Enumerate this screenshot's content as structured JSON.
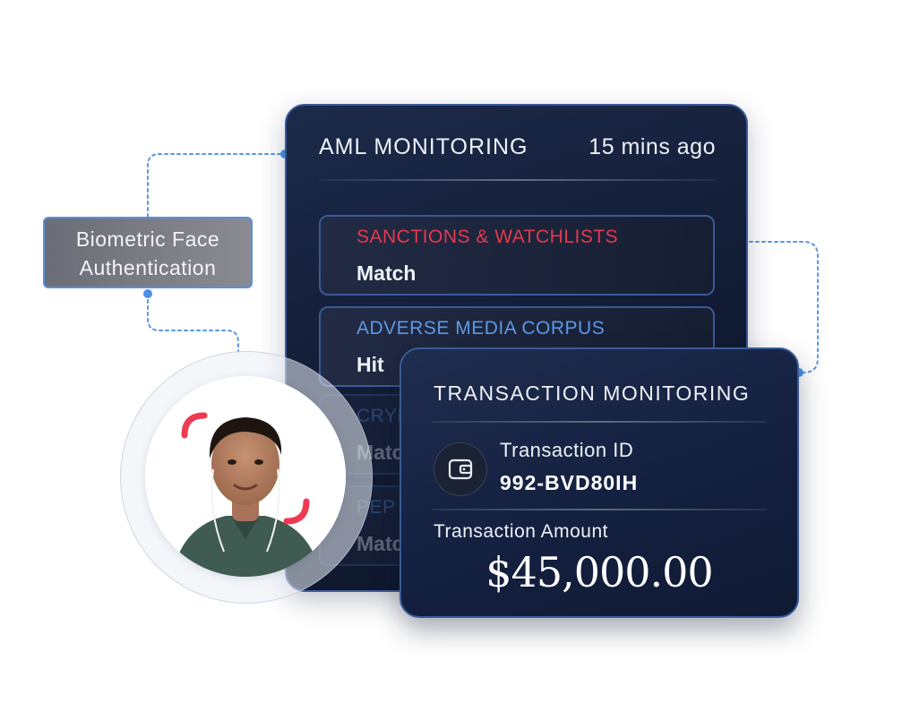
{
  "aml": {
    "title": "AML MONITORING",
    "time": "15 mins ago",
    "checks": [
      {
        "label": "SANCTIONS & WATCHLISTS",
        "value": "Match",
        "color": "#e6394d"
      },
      {
        "label": "ADVERSE MEDIA CORPUS",
        "value": "Hit",
        "color": "#5e97e4"
      },
      {
        "label": "CRYPTO",
        "value": "Match",
        "color": "#5e97e4"
      },
      {
        "label": "PEP &",
        "value": "Match",
        "color": "#5e97e4"
      }
    ]
  },
  "biometric": {
    "line1": "Biometric Face",
    "line2": "Authentication"
  },
  "transaction": {
    "title": "TRANSACTION MONITORING",
    "id_label": "Transaction ID",
    "id_value": "992-BVD80IH",
    "amount_label": "Transaction Amount",
    "amount_value": "$45,000.00"
  },
  "icons": {
    "wallet": "wallet-icon",
    "connector_dot": "connector-dot",
    "face_frame": "face-frame-corner"
  },
  "colors": {
    "accent_blue": "#4a90e8",
    "alert_red": "#e6394d",
    "panel_bg": "#111b33"
  }
}
